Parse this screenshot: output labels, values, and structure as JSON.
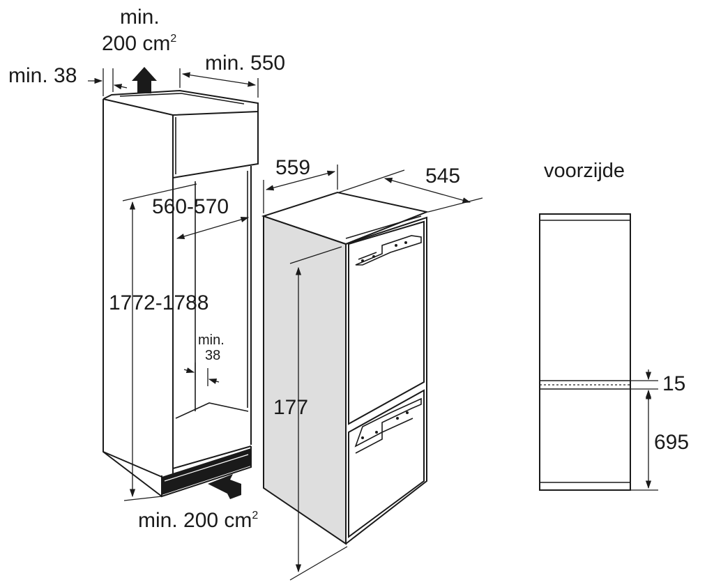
{
  "labels": {
    "top_vent_min": "min.",
    "top_vent_area": "200 cm",
    "top_vent_sup": "2",
    "left_gap": "min. 38",
    "depth_min": "min. 550",
    "niche_width": "560-570",
    "niche_height": "1772-1788",
    "inner_gap_line1": "min.",
    "inner_gap_line2": "38",
    "bottom_vent": "min. 200 cm",
    "bottom_vent_sup": "2",
    "appliance_width": "559",
    "appliance_depth": "545",
    "appliance_height": "177",
    "front_view_title": "voorzijde",
    "door_gap": "15",
    "lower_door_height": "695"
  },
  "colors": {
    "line": "#1a1a1a",
    "side_panel_fill": "#dedede",
    "background": "#ffffff"
  }
}
